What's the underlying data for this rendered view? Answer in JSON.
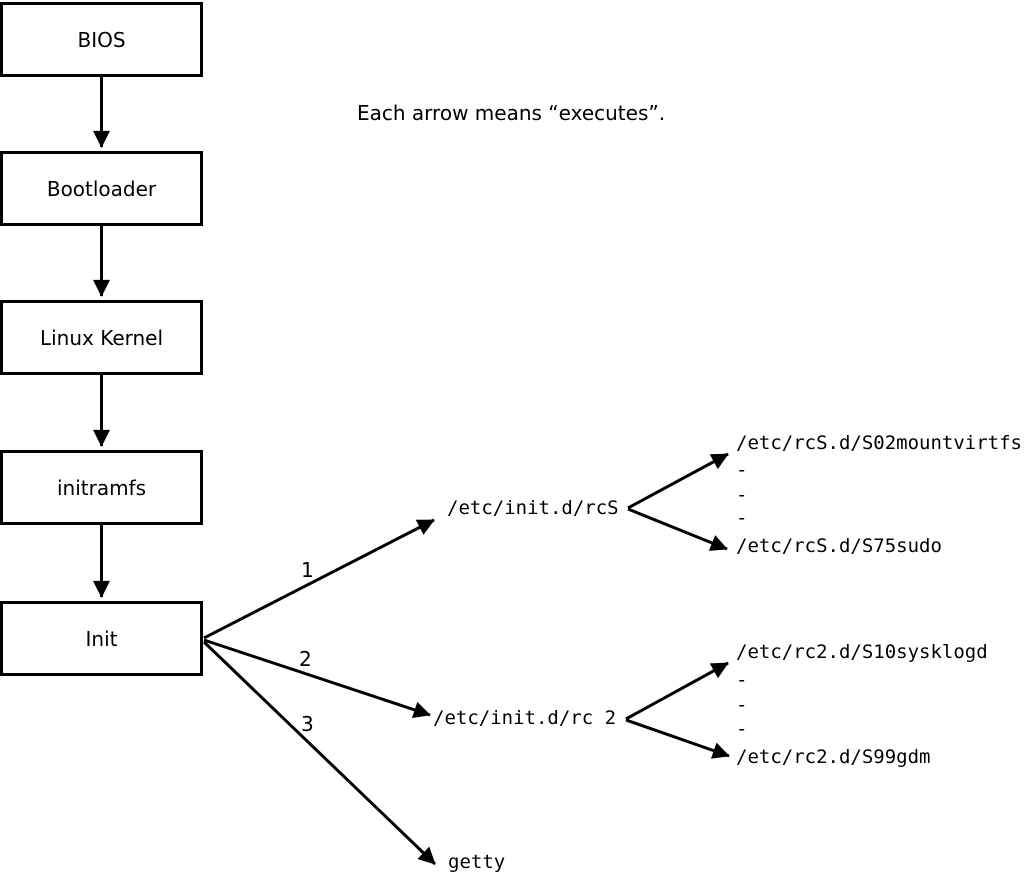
{
  "caption": "Each arrow means “executes”.",
  "nodes": {
    "bios": "BIOS",
    "bootloader": "Bootloader",
    "kernel": "Linux Kernel",
    "initramfs": "initramfs",
    "init": "Init"
  },
  "edge_labels": {
    "rcS": "1",
    "rc2": "2",
    "getty": "3"
  },
  "scripts": {
    "rcS": "/etc/init.d/rcS",
    "rc2": "/etc/init.d/rc 2",
    "getty": "getty"
  },
  "rcS_children": {
    "first": "/etc/rcS.d/S02mountvirtfs",
    "ellipsis1": "-",
    "ellipsis2": "-",
    "ellipsis3": "-",
    "last": "/etc/rcS.d/S75sudo"
  },
  "rc2_children": {
    "first": "/etc/rc2.d/S10sysklogd",
    "ellipsis1": "-",
    "ellipsis2": "-",
    "ellipsis3": "-",
    "last": "/etc/rc2.d/S99gdm"
  },
  "colors": {
    "stroke": "#000000",
    "background": "#ffffff"
  }
}
